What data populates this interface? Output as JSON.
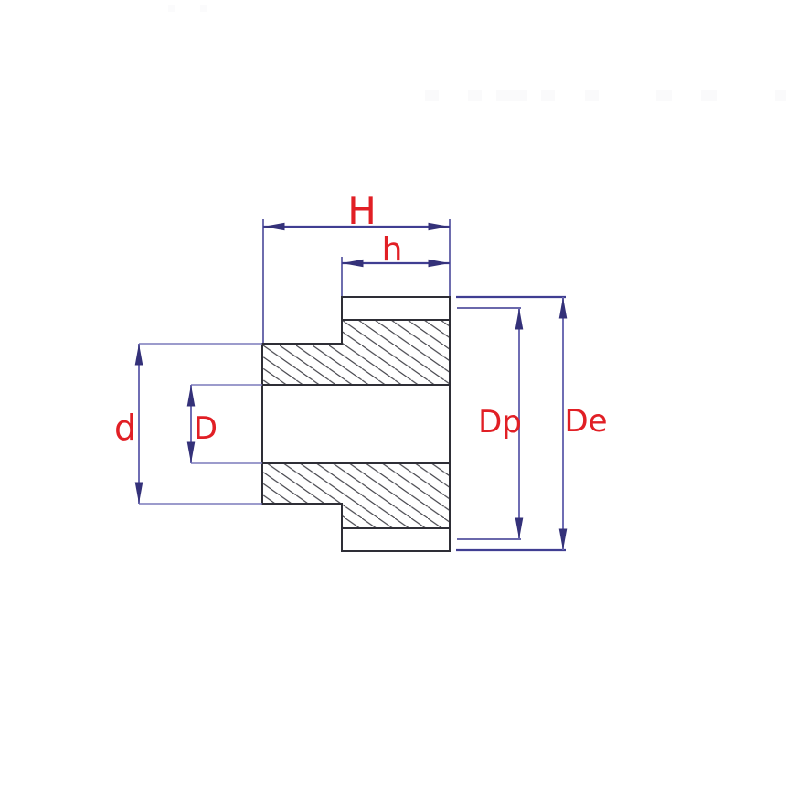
{
  "page": {
    "background_color": "#ffffff",
    "description": "Technical dimension drawing of a spur gear (pinion with hub) in cross-section"
  },
  "drawing": {
    "labels": {
      "total_width": "H",
      "tooth_face_width": "h",
      "hub_diameter": "d",
      "bore_diameter": "D",
      "pitch_diameter": "Dp",
      "outer_diameter": "De"
    },
    "colors": {
      "label_text": "#e11f25",
      "dimension_line": "#403e92",
      "light_dimension_line": "#6f6db4",
      "arrow_fill": "#343179",
      "outline": "#2e2e36",
      "hatch_line": "#47474e"
    }
  }
}
